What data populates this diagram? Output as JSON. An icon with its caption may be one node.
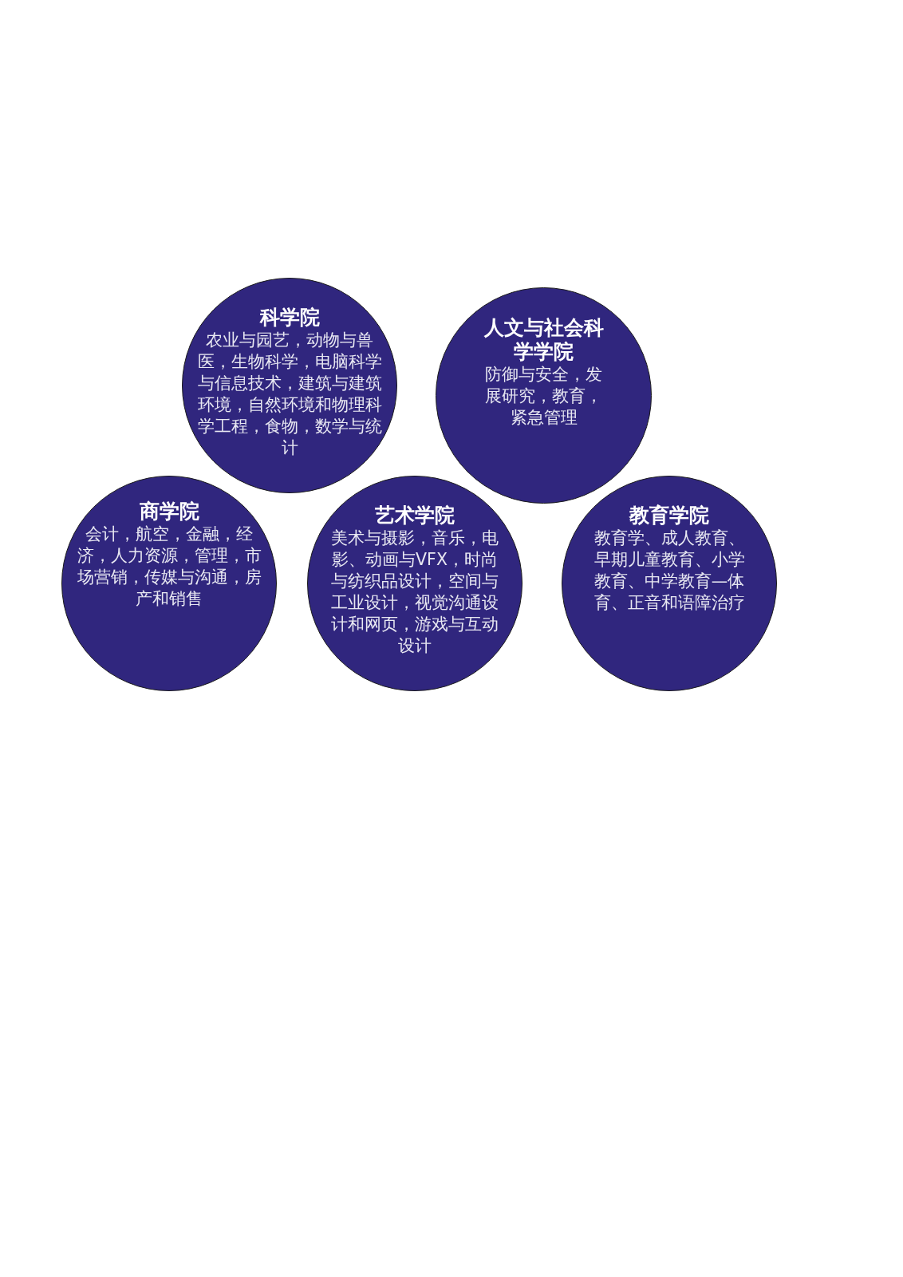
{
  "diagram": {
    "nodes": [
      {
        "text": [
          "科学院",
          "农业与园艺，动物与兽医，生物科学，电脑科学与信息技术，建筑与建筑环境，自然环境和物理科学工程，食物，数学与统计"
        ]
      },
      {
        "text": [
          "人文与社会科学学院",
          "防御与安全，发展研究，教育，紧急管理"
        ]
      },
      {
        "text": [
          "商学院",
          "会计，航空，金融，经济，人力资源，管理，市场营销，传媒与沟通，房产和销售"
        ]
      },
      {
        "text": [
          "艺术学院",
          "美术与摄影，音乐，电影、动画与VFX，时尚与纺织品设计，空间与工业设计，视觉沟通设计和网页，游戏与互动设计"
        ]
      },
      {
        "text": [
          "教育学院",
          "教育学、成人教育、早期儿童教育、小学教育、中学教育—体育、正音和语障治疗"
        ]
      }
    ]
  }
}
